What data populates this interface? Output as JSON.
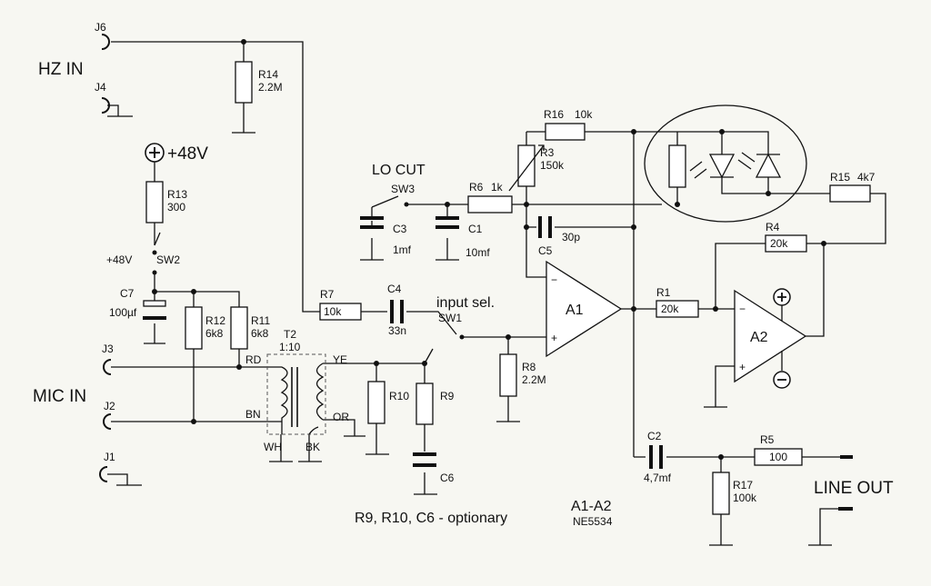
{
  "labels": {
    "hz_in": "HZ IN",
    "mic_in": "MIC IN",
    "line_out": "LINE OUT",
    "lo_cut": "LO CUT",
    "input_sel": "input sel.",
    "plus48": "+48V",
    "plus48_small": "+48V",
    "note": "R9, R10, C6 - optionary",
    "ic_ref": "A1-A2",
    "ic_part": "NE5534",
    "minus": "−",
    "plus": "+"
  },
  "jacks": {
    "j1": "J1",
    "j2": "J2",
    "j3": "J3",
    "j4": "J4",
    "j6": "J6"
  },
  "switches": {
    "sw1": "SW1",
    "sw2": "SW2",
    "sw3": "SW3"
  },
  "opamps": {
    "a1": "A1",
    "a2": "A2"
  },
  "transformer": {
    "ref": "T2",
    "ratio": "1:10",
    "rd": "RD",
    "bn": "BN",
    "wh": "WH",
    "bk": "BK",
    "ye": "YE",
    "or": "OR"
  },
  "resistors": {
    "r1": {
      "ref": "R1",
      "value": "20k"
    },
    "r3": {
      "ref": "R3",
      "value": "150k"
    },
    "r4": {
      "ref": "R4",
      "value": "20k"
    },
    "r5": {
      "ref": "R5",
      "value": "100"
    },
    "r6": {
      "ref": "R6",
      "value": "1k"
    },
    "r7": {
      "ref": "R7",
      "value": "10k"
    },
    "r8": {
      "ref": "R8",
      "value": "2.2M"
    },
    "r9": {
      "ref": "R9"
    },
    "r10": {
      "ref": "R10"
    },
    "r11": {
      "ref": "R11",
      "value": "6k8"
    },
    "r12": {
      "ref": "R12",
      "value": "6k8"
    },
    "r13": {
      "ref": "R13",
      "value": "300"
    },
    "r14": {
      "ref": "R14",
      "value": "2.2M"
    },
    "r15": {
      "ref": "R15",
      "value": "4k7"
    },
    "r16": {
      "ref": "R16",
      "value": "10k"
    },
    "r17": {
      "ref": "R17",
      "value": "100k"
    }
  },
  "capacitors": {
    "c1": {
      "ref": "C1",
      "value": "10mf"
    },
    "c2": {
      "ref": "C2",
      "value": "4,7mf"
    },
    "c3": {
      "ref": "C3",
      "value": "1mf"
    },
    "c4": {
      "ref": "C4",
      "value": "33n"
    },
    "c5": {
      "ref": "C5",
      "value": "30p"
    },
    "c6": {
      "ref": "C6"
    },
    "c7": {
      "ref": "C7",
      "value": "100µf"
    }
  }
}
